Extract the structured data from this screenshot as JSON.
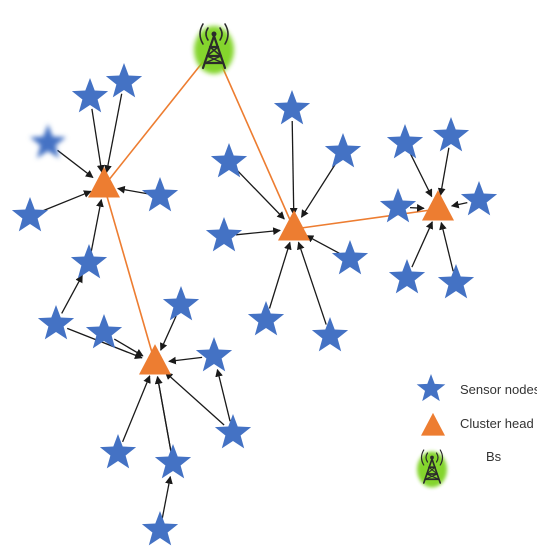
{
  "colors": {
    "sensor": "#4472C4",
    "cluster_head": "#ED7D31",
    "ch_link": "#ED7D31",
    "sensor_link": "#1a1a1a",
    "bs_glow": "#7ed321",
    "bs_tower": "#2b2b2b"
  },
  "icons": {
    "sensor": "star-icon",
    "cluster_head": "triangle-icon",
    "base_station": "radio-tower-icon"
  },
  "legend": {
    "sensor": "Sensor nodes",
    "cluster_head": "Cluster head",
    "base_station": "Bs"
  }
}
